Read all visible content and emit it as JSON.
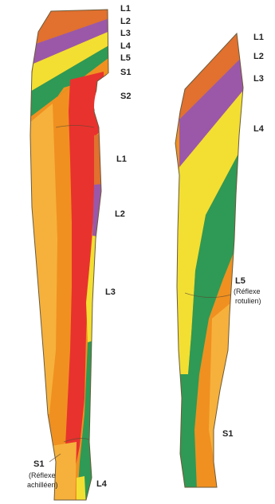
{
  "colors": {
    "L1": "#e2702e",
    "L2": "#9b58a8",
    "L3": "#f2df32",
    "L4": "#2e9a55",
    "L5": "#f09020",
    "S1": "#f09020",
    "S2": "#e8322e",
    "S1_light": "#f6b13c"
  },
  "back_leg": {
    "labels": {
      "top_l1": "L1",
      "top_l2": "L2",
      "top_l3": "L3",
      "top_l4": "L4",
      "top_l5": "L5",
      "top_s1": "S1",
      "s2": "S2",
      "mid_l1": "L1",
      "mid_l2": "L2",
      "mid_l3": "L3",
      "bottom_s1": "S1",
      "bottom_s1_note_1": "(Réflexe",
      "bottom_s1_note_2": "achilléen)",
      "bottom_l4": "L4"
    }
  },
  "front_leg": {
    "labels": {
      "l1": "L1",
      "l2": "L2",
      "l3": "L3",
      "l4": "L4",
      "l5": "L5",
      "l5_note_1": "(Réflexe",
      "l5_note_2": "rotulien)",
      "s1": "S1"
    }
  }
}
